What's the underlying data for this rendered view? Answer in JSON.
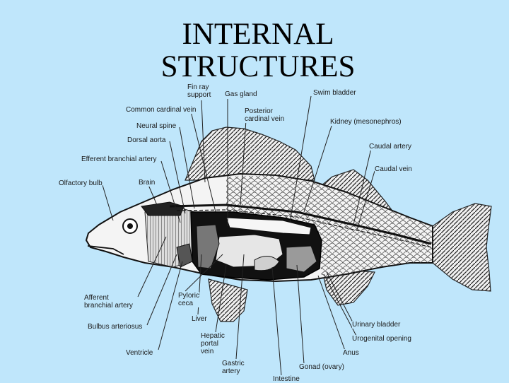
{
  "slide": {
    "title_line1": "INTERNAL",
    "title_line2": "STRUCTURES"
  },
  "diagram": {
    "subject": "perch-internal-anatomy",
    "colors": {
      "background": "#bfe6fb",
      "ink": "#1a1a1a",
      "body_fill": "#f4f4f4",
      "organ_fill": "#111111"
    },
    "labels": {
      "fin_ray_support": "Fin ray\nsupport",
      "gas_gland": "Gas gland",
      "swim_bladder": "Swim bladder",
      "common_cardinal_vein": "Common cardinal vein",
      "posterior_cardinal_vein": "Posterior\ncardinal vein",
      "neural_spine": "Neural spine",
      "kidney": "Kidney (mesonephros)",
      "dorsal_aorta": "Dorsal aorta",
      "caudal_artery": "Caudal artery",
      "efferent_branchial_artery": "Efferent branchial artery",
      "caudal_vein": "Caudal vein",
      "olfactory_bulb": "Olfactory bulb",
      "brain": "Brain",
      "afferent_branchial_artery": "Afferent\nbranchial artery",
      "pyloric_ceca": "Pyloric\nceca",
      "liver": "Liver",
      "bulbus_arteriosus": "Bulbus arteriosus",
      "hepatic_portal_vein": "Hepatic\nportal\nvein",
      "ventricle": "Ventricle",
      "gastric_artery": "Gastric\nartery",
      "intestine": "Intestine",
      "gonad": "Gonad (ovary)",
      "anus": "Anus",
      "urogenital_opening": "Urogenital opening",
      "urinary_bladder": "Urinary bladder"
    }
  }
}
